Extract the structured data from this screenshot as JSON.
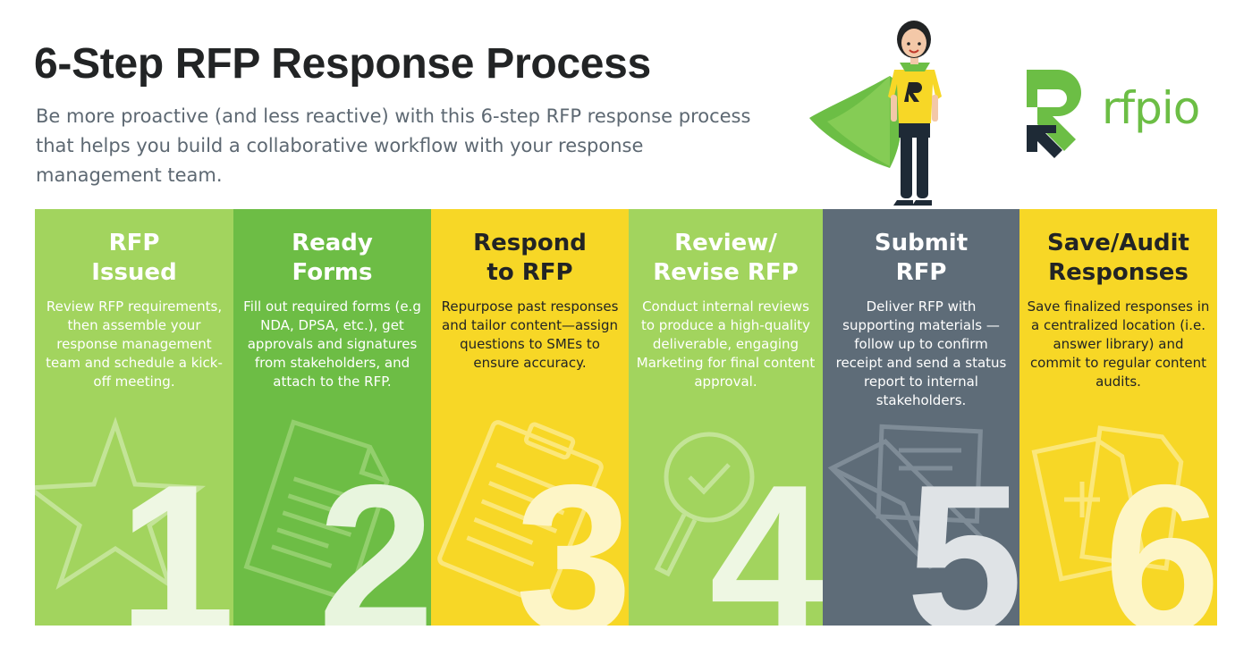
{
  "header": {
    "title": "6-Step RFP Response Process",
    "subtitle": "Be more proactive (and less reactive) with this 6-step RFP response process that helps you build a collaborative workflow with your response management team."
  },
  "brand": {
    "name": "rfpio",
    "colors": {
      "green": "#6cbe45",
      "light_green": "#a2d45e",
      "yellow": "#f7d726",
      "slate": "#5e6c78",
      "dark": "#222425"
    }
  },
  "steps": [
    {
      "number": "1",
      "title_line1": "RFP",
      "title_line2": "Issued",
      "description": "Review RFP requirements, then assemble your response management team and schedule a kick-off meeting.",
      "icon": "star-icon"
    },
    {
      "number": "2",
      "title_line1": "Ready",
      "title_line2": "Forms",
      "description": "Fill out required forms (e.g NDA, DPSA, etc.), get approvals and signatures from stakeholders, and attach to the RFP.",
      "icon": "document-icon"
    },
    {
      "number": "3",
      "title_line1": "Respond",
      "title_line2": "to RFP",
      "description": "Repurpose past responses and tailor content—assign questions to SMEs to ensure accuracy.",
      "icon": "clipboard-icon"
    },
    {
      "number": "4",
      "title_line1": "Review/",
      "title_line2": "Revise RFP",
      "description": "Conduct internal reviews to produce a high-quality deliverable, engaging Marketing for final content approval.",
      "icon": "magnifier-check-icon"
    },
    {
      "number": "5",
      "title_line1": "Submit",
      "title_line2": "RFP",
      "description": "Deliver RFP with supporting materials —follow up to confirm receipt and send a status report to internal stakeholders.",
      "icon": "envelope-icon"
    },
    {
      "number": "6",
      "title_line1": "Save/Audit",
      "title_line2": "Responses",
      "description": "Save finalized responses in a centralized location (i.e. answer library) and commit to regular content audits.",
      "icon": "files-plus-icon"
    }
  ]
}
